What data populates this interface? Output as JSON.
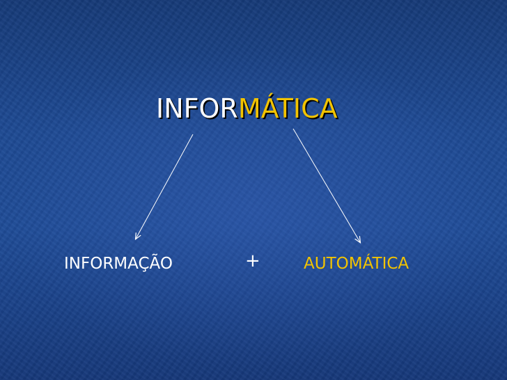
{
  "slide": {
    "title_part1": "INFOR",
    "title_part2": "MÁTICA",
    "left_word": "INFORMAÇÃO",
    "operator": "+",
    "right_word": "AUTOMÁTICA"
  },
  "colors": {
    "background": "#1e4a94",
    "white_text": "#ffffff",
    "accent_yellow": "#f2c300"
  },
  "icons": {
    "left_arrow": "arrow-icon",
    "right_arrow": "arrow-icon"
  }
}
